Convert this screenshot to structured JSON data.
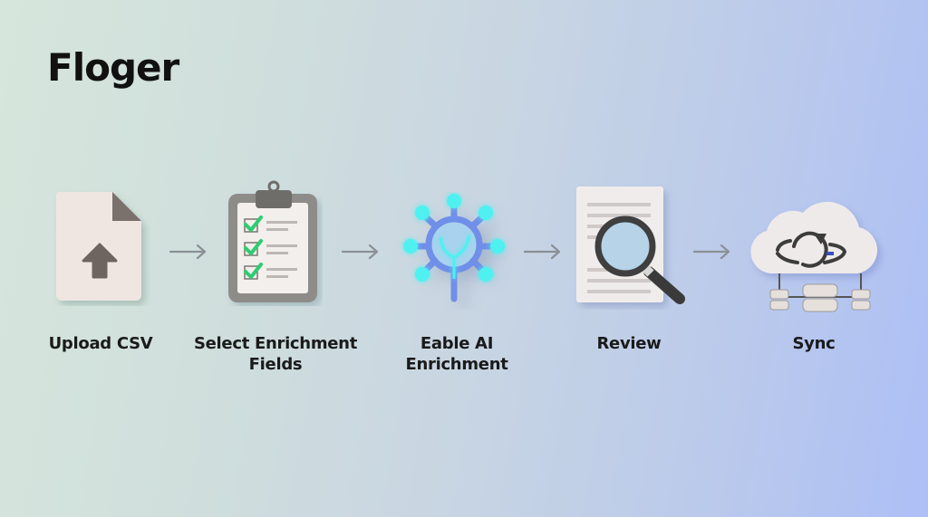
{
  "brand": {
    "name": "Floger"
  },
  "steps": [
    {
      "label_line1": "Upload CSV",
      "label_line2": "",
      "icon": "upload-file-icon"
    },
    {
      "label_line1": "Select Enrichment",
      "label_line2": "Fields",
      "icon": "clipboard-checklist-icon"
    },
    {
      "label_line1": "Eable AI",
      "label_line2": "Enrichment",
      "icon": "ai-network-icon"
    },
    {
      "label_line1": "Review",
      "label_line2": "",
      "icon": "document-magnifier-icon"
    },
    {
      "label_line1": "Sync",
      "label_line2": "",
      "icon": "cloud-sync-database-icon"
    }
  ],
  "connector": {
    "icon": "arrow-right-icon",
    "color": "#8a9096"
  },
  "colors": {
    "check_green": "#2ecc71",
    "ai_blue": "#6f8fe8",
    "ai_glow": "#4ff0f0",
    "text": "#1a1a1a"
  }
}
